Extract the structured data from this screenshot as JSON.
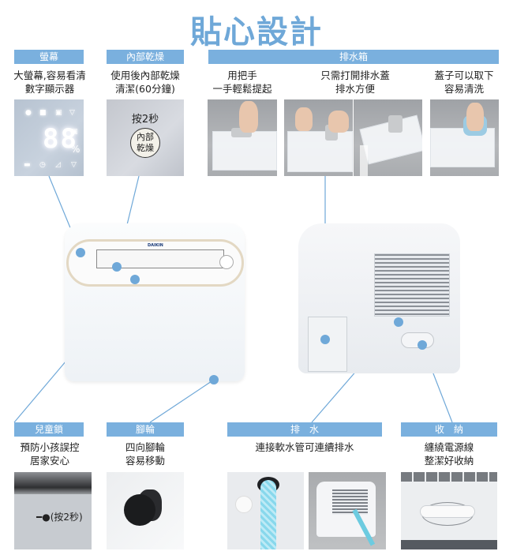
{
  "title": "貼心設計",
  "colors": {
    "accent": "#7ab0de",
    "title": "#6fa8d8",
    "connector": "#6fa8d8"
  },
  "top_sections": [
    {
      "label": "螢幕",
      "caption": [
        "大螢幕,容易看清",
        "數字顯示器"
      ]
    },
    {
      "label": "內部乾燥",
      "caption": [
        "使用後內部乾燥",
        "清潔(60分鐘)"
      ]
    },
    {
      "label": "排水箱",
      "captions": [
        [
          "用把手",
          "一手輕鬆提起"
        ],
        [
          "只需打開排水蓋",
          "排水方便"
        ],
        [
          "蓋子可以取下",
          "容易清洗"
        ]
      ]
    }
  ],
  "display_photo": {
    "digits": "88",
    "percent": "%"
  },
  "dry_photo": {
    "top_text": "按2秒",
    "button_line1": "內部",
    "button_line2": "乾燥"
  },
  "device": {
    "brand": "DAIKIN"
  },
  "bottom_sections": [
    {
      "label": "兒童鎖",
      "caption": [
        "預防小孩誤控",
        "居家安心"
      ]
    },
    {
      "label": "腳輪",
      "caption": [
        "四向腳輪",
        "容易移動"
      ]
    },
    {
      "label": "排　水",
      "caption": [
        "連接軟水管可連續排水"
      ]
    },
    {
      "label": "收　納",
      "caption": [
        "纏繞電源線",
        "整潔好收納"
      ]
    }
  ],
  "lock_photo": {
    "text": "(按2秒)"
  }
}
